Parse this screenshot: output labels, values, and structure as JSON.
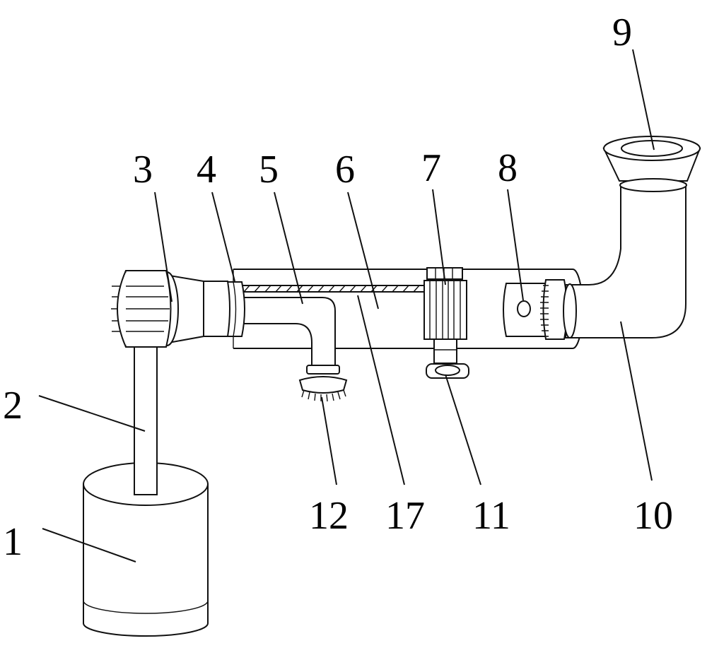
{
  "labels": {
    "l1": "1",
    "l2": "2",
    "l3": "3",
    "l4": "4",
    "l5": "5",
    "l6": "6",
    "l7": "7",
    "l8": "8",
    "l9": "9",
    "l10": "10",
    "l11": "11",
    "l12": "12",
    "l17": "17"
  }
}
